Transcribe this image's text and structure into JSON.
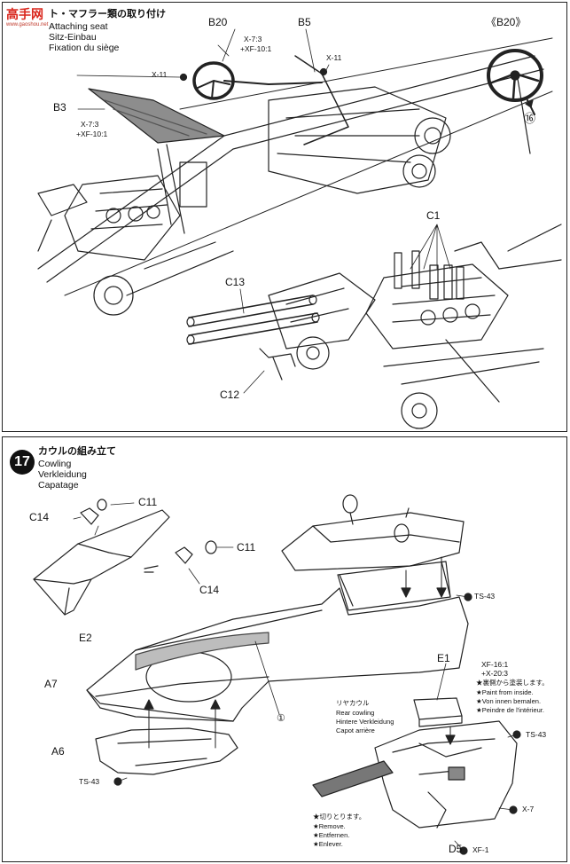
{
  "watermark": {
    "logo_text": "高手网",
    "sub": "www.gaoshou.net"
  },
  "step16": {
    "title_jp": "ト・マフラー類の取り付け",
    "title_en": "Attaching seat",
    "title_de": "Sitz-Einbau",
    "title_fr": "Fixation du siège",
    "parts": {
      "b20": "B20",
      "b5": "B5",
      "b3": "B3",
      "c1": "C1",
      "c13": "C13",
      "c12": "C12",
      "x11_a": "X-11",
      "x11_b": "X-11",
      "x73_a": "X-7:3",
      "xf101_a": "+XF-10:1",
      "x73_b": "X-7:3",
      "xf101_b": "+XF-10:1",
      "detail_ref": "《B20》",
      "step_ref": "⑯"
    }
  },
  "step17": {
    "number": "17",
    "title_jp": "カウルの組み立て",
    "title_en": "Cowling",
    "title_de": "Verkleidung",
    "title_fr": "Capatage",
    "parts": {
      "c11_a": "C11",
      "c14_a": "C14",
      "c11_b": "C11",
      "c14_b": "C14",
      "e2": "E2",
      "a7": "A7",
      "a6": "A6",
      "e1": "E1",
      "d5": "D5",
      "ts43_a": "TS-43",
      "ts43_b": "TS-43",
      "ts43_c": "TS-43",
      "x7": "X-7",
      "xf1": "XF-1",
      "circle_ref": "①"
    },
    "paint_note": {
      "mix1": "XF-16:1",
      "mix2": "+X-20:3",
      "jp": "★裏側から塗装します。",
      "en": "★Paint from inside.",
      "de": "★Von innen bemalen.",
      "fr": "★Peindre de l'intérieur."
    },
    "rear_cowling": {
      "jp": "リヤカウル",
      "en": "Rear cowling",
      "de": "Hintere Verkleidung",
      "fr": "Capot arrière"
    },
    "remove_note": {
      "jp": "★切りとります。",
      "en": "★Remove.",
      "de": "★Entfernen.",
      "fr": "★Enlever."
    }
  }
}
